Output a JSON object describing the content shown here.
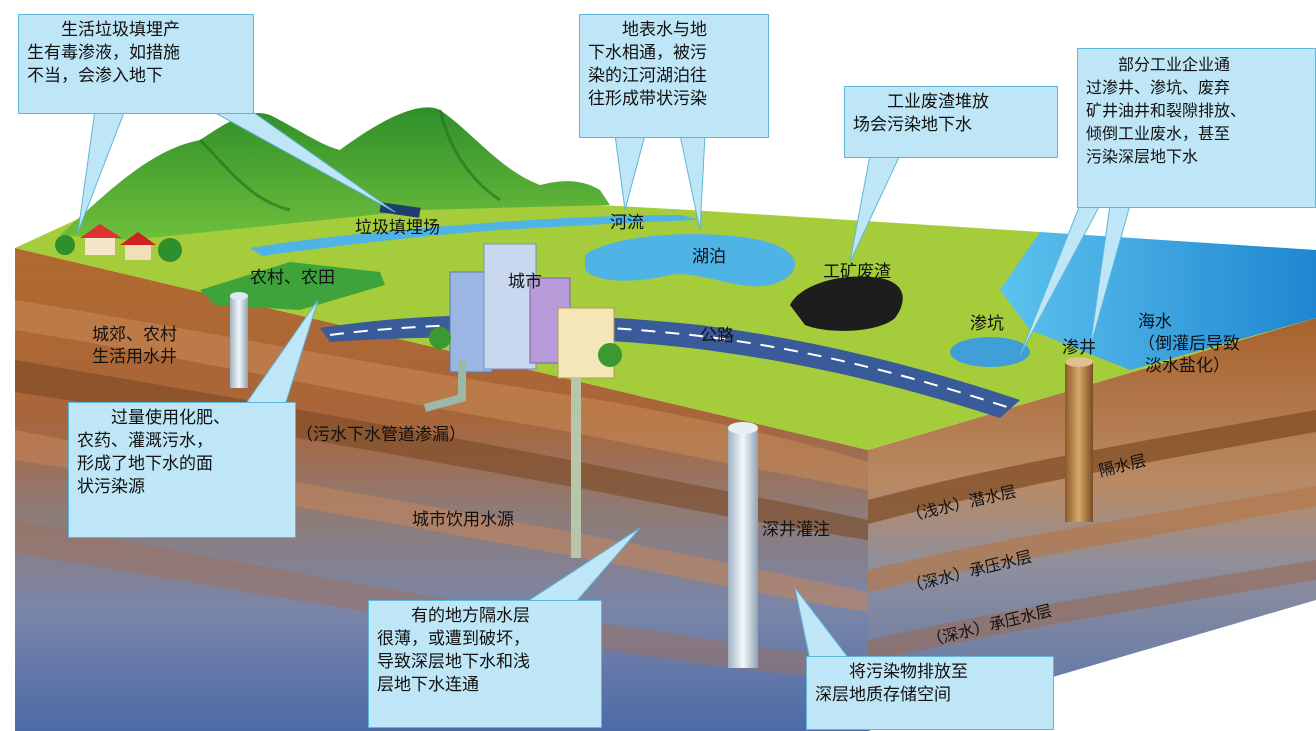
{
  "callouts": {
    "landfill_leachate": [
      "生活垃圾填埋产",
      "生有毒渗液，如措施",
      "不当，会渗入地下"
    ],
    "surface_ground": [
      "地表水与地",
      "下水相通，被污",
      "染的江河湖泊往",
      "往形成带状污染"
    ],
    "industrial_waste": [
      "工业废渣堆放",
      "场会污染地下水"
    ],
    "industry_discharge": [
      "部分工业企业通",
      "过渗井、渗坑、废弃",
      "矿井油井和裂隙排放、",
      "倾倒工业废水，甚至",
      "污染深层地下水"
    ],
    "fertilizer": [
      "过量使用化肥、",
      "农药、灌溉污水，",
      "形成了地下水的面",
      "状污染源"
    ],
    "thin_aquiclude": [
      "有的地方隔水层",
      "很薄，或遭到破坏，",
      "导致深层地下水和浅",
      "层地下水连通"
    ],
    "deep_storage": [
      "将污染物排放至",
      "深层地质存储空间"
    ]
  },
  "labels": {
    "landfill": "垃圾填埋场",
    "river": "河流",
    "lake": "湖泊",
    "mine_waste": "工矿废渣",
    "rural_farmland": "农村、农田",
    "city": "城市",
    "road": "公路",
    "seepage_pit": "渗坑",
    "seepage_well": "渗井",
    "seawater": "海水",
    "seawater_note_1": "（倒灌后导致",
    "seawater_note_2": "淡水盐化）",
    "suburb_well_1": "城郊、农村",
    "suburb_well_2": "生活用水井",
    "sewer_leak": "（污水下水管道渗漏）",
    "city_water_source": "城市饮用水源",
    "deep_well_injection": "深井灌注",
    "phreatic": "（浅水）潜水层",
    "aquiclude": "隔水层",
    "confined_1": "（深水）承压水层",
    "confined_2": "（深水）承压水层"
  },
  "colors": {
    "callout_fill": "#bfe6f6",
    "callout_border": "#5fb6da",
    "grass": "#a5cc3a",
    "soil": "#a8642e",
    "water": "#3aa6e0",
    "deep_blue": "#6f86b7"
  }
}
